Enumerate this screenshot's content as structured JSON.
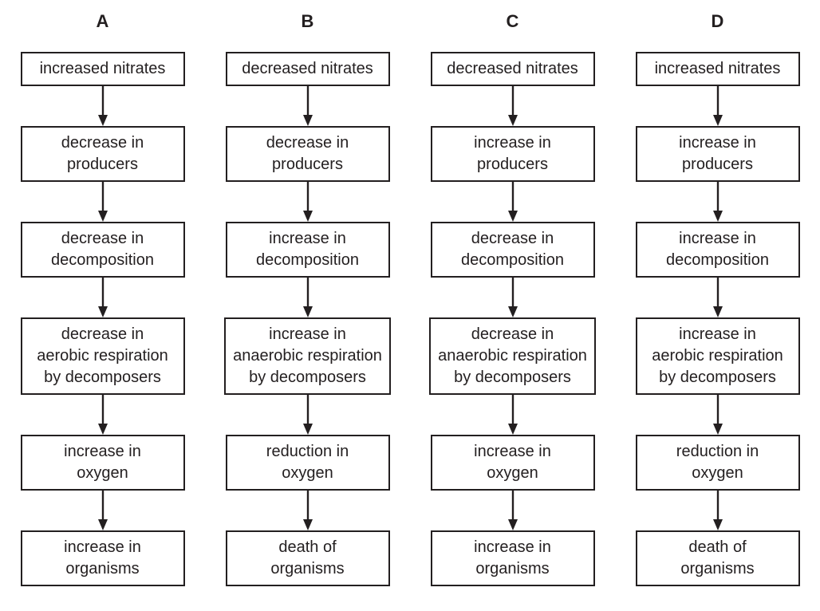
{
  "diagram": {
    "ink_color": "#231f20",
    "background_color": "#ffffff",
    "columns": [
      {
        "label": "A",
        "boxes": [
          "increased nitrates",
          "decrease in\nproducers",
          "decrease in\ndecomposition",
          "decrease in\naerobic respiration\nby decomposers",
          "increase in\noxygen",
          "increase in\norganisms"
        ]
      },
      {
        "label": "B",
        "boxes": [
          "decreased nitrates",
          "decrease in\nproducers",
          "increase in\ndecomposition",
          "increase in\nanaerobic respiration\nby decomposers",
          "reduction in\noxygen",
          "death of\norganisms"
        ]
      },
      {
        "label": "C",
        "boxes": [
          "decreased nitrates",
          "increase in\nproducers",
          "decrease in\ndecomposition",
          "decrease in\nanaerobic respiration\nby decomposers",
          "increase in\noxygen",
          "increase in\norganisms"
        ]
      },
      {
        "label": "D",
        "boxes": [
          "increased nitrates",
          "increase in\nproducers",
          "increase in\ndecomposition",
          "increase in\naerobic respiration\nby decomposers",
          "reduction in\noxygen",
          "death of\norganisms"
        ]
      }
    ]
  }
}
